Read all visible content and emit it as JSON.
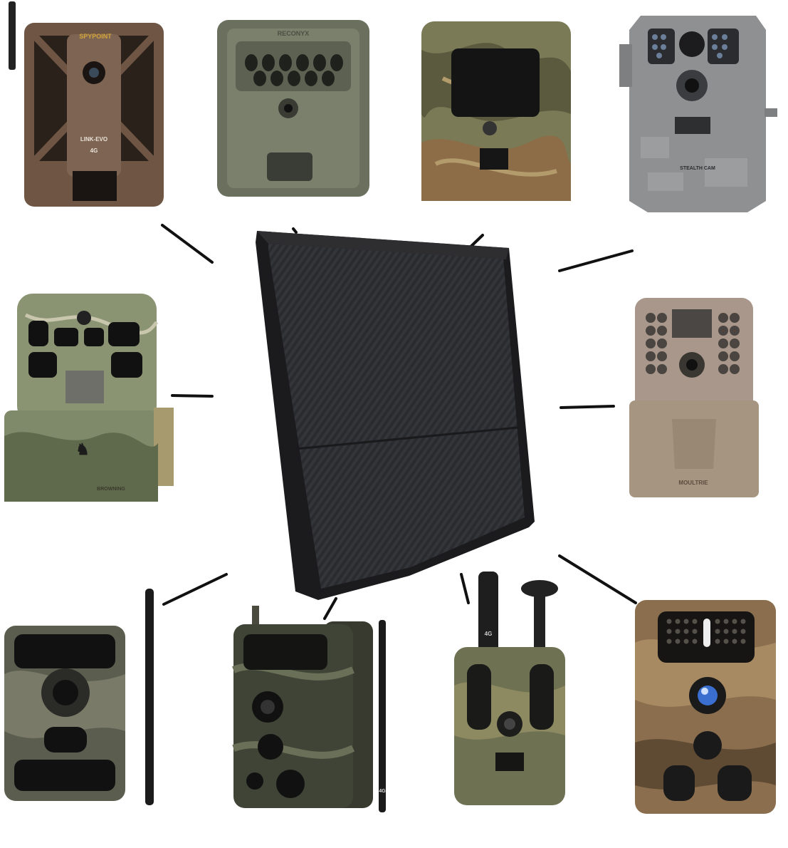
{
  "colors": {
    "background": "#ffffff",
    "panel_frame": "#1d1d1f",
    "panel_cells": "#2b2c30",
    "connector_line": "#111111",
    "camo_green": "#6f7a52",
    "camo_brown": "#7a5f40",
    "olive": "#6e7360",
    "gray": "#8b8d8f",
    "tan": "#a69580"
  },
  "labels": {
    "spypoint_brand": "SPYPOINT",
    "spypoint_model": "LINK-EVO",
    "spypoint_net": "4G",
    "reconyx_brand": "RECONYX",
    "stealth_brand": "STEALTH CAM",
    "moultrie_brand": "MOULTRIE",
    "browning_brand": "BROWNING",
    "hunter_net": "4G",
    "campark_net": "4G"
  },
  "icons": {
    "panel": "solar-panel-icon",
    "camera": "trail-camera-icon",
    "antenna": "antenna-icon",
    "led": "ir-led-icon"
  }
}
